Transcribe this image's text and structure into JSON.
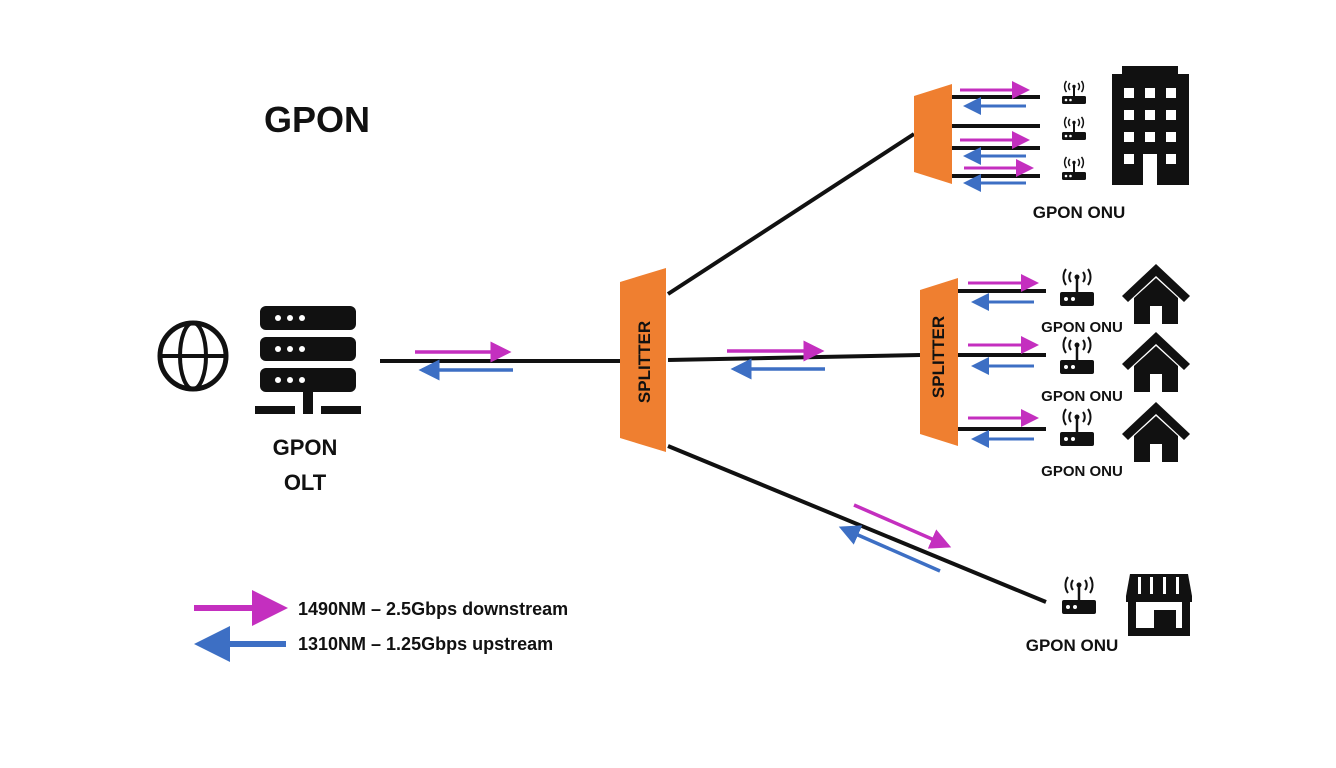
{
  "title": "GPON",
  "olt": {
    "line1": "GPON",
    "line2": "OLT"
  },
  "splitters": {
    "main": "SPLITTER",
    "home": "SPLITTER"
  },
  "onu_labels": {
    "building": "GPON ONU",
    "home1": "GPON ONU",
    "home2": "GPON ONU",
    "home3": "GPON ONU",
    "shop": "GPON ONU"
  },
  "legend": {
    "downstream": "1490NM – 2.5Gbps downstream",
    "upstream": "1310NM – 1.25Gbps upstream"
  },
  "colors": {
    "downstream": "#c42fbf",
    "upstream": "#3d6fc4",
    "splitter": "#ef7f30",
    "fiber": "#111111"
  },
  "icons": [
    "globe-icon",
    "server-icon",
    "router-icon",
    "building-icon",
    "house-icon",
    "shop-icon"
  ]
}
